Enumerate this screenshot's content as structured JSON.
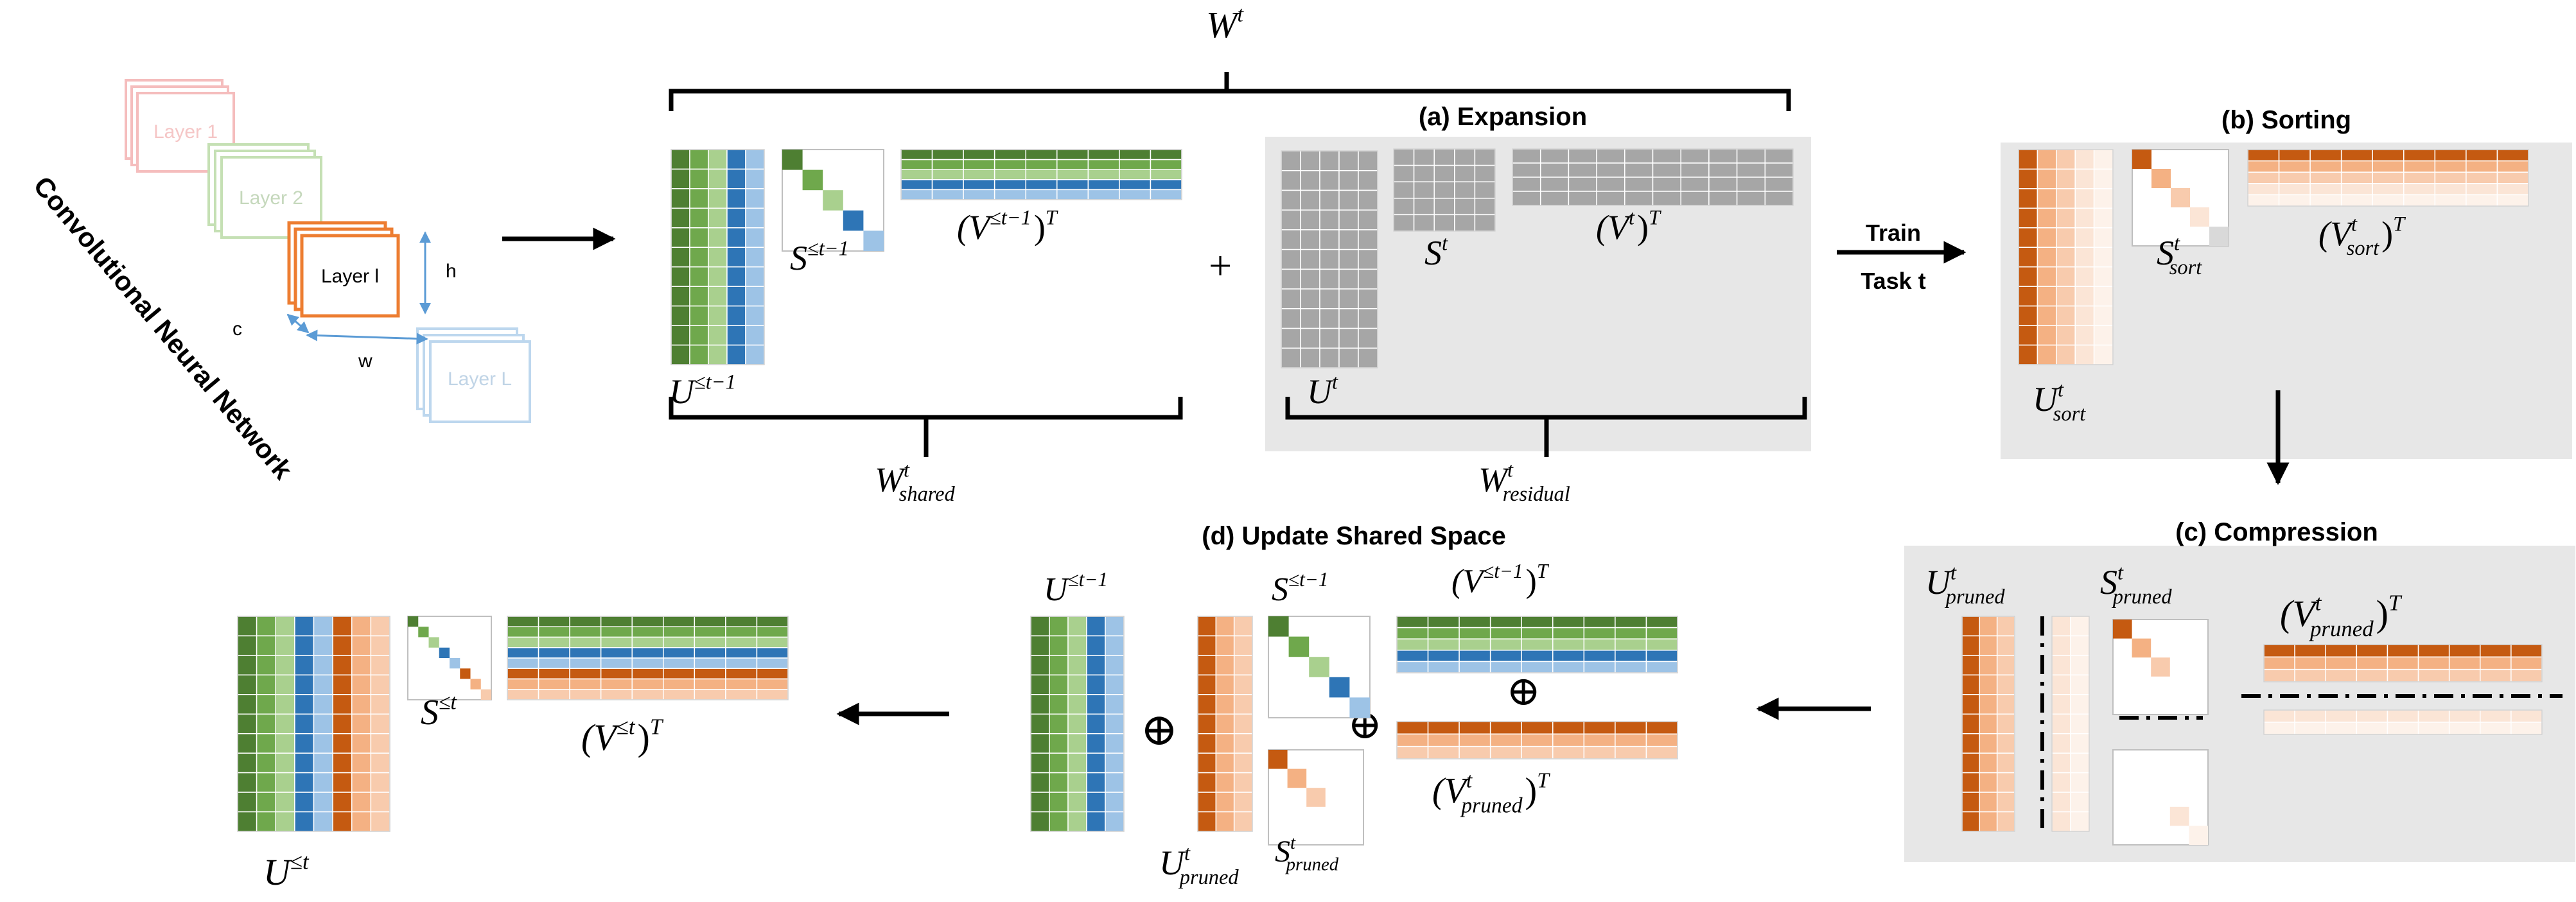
{
  "cnn": {
    "title": "Convolutional Neural Network",
    "layers": [
      "Layer 1",
      "Layer 2",
      "Layer l",
      "Layer L"
    ],
    "dims": {
      "h": "h",
      "w": "w",
      "c": "c"
    }
  },
  "top": {
    "wt": {
      "base": "W",
      "sup": "t"
    },
    "w_shared": {
      "base": "W",
      "sup": "t",
      "sub": "shared"
    },
    "w_residual": {
      "base": "W",
      "sup": "t",
      "sub": "residual"
    },
    "u_prev": {
      "base": "U",
      "sup": "≤t−1"
    },
    "s_prev": {
      "base": "S",
      "sup": "≤t−1"
    },
    "v_prev": {
      "base": "(V",
      "sup": "≤t−1",
      "post": ")",
      "post_sup": "T"
    },
    "plus": "+"
  },
  "panels": {
    "expansion": {
      "title": "(a) Expansion",
      "u": {
        "base": "U",
        "sup": "t"
      },
      "s": {
        "base": "S",
        "sup": "t"
      },
      "v": {
        "base": "(V",
        "sup": "t",
        "post": ")",
        "post_sup": "T"
      }
    },
    "sorting": {
      "title": "(b) Sorting",
      "u": {
        "base": "U",
        "sup": "t",
        "sub": "sort"
      },
      "s": {
        "base": "S",
        "sup": "t",
        "sub": "sort"
      },
      "v": {
        "base": "(V",
        "sup": "t",
        "sub": "sort",
        "post": ")",
        "post_sup": "T"
      }
    },
    "compression": {
      "title": "(c) Compression",
      "u": {
        "base": "U",
        "sup": "t",
        "sub": "pruned"
      },
      "s": {
        "base": "S",
        "sup": "t",
        "sub": "pruned"
      },
      "v": {
        "base": "(V",
        "sup": "t",
        "sub": "pruned",
        "post": ")",
        "post_sup": "T"
      }
    },
    "update": {
      "title": "(d) Update Shared Space",
      "u_prev": {
        "base": "U",
        "sup": "≤t−1"
      },
      "s_prev": {
        "base": "S",
        "sup": "≤t−1"
      },
      "v_prev": {
        "base": "(V",
        "sup": "≤t−1",
        "post": ")",
        "post_sup": "T"
      },
      "u_pruned": {
        "base": "U",
        "sup": "t",
        "sub": "pruned"
      },
      "s_pruned": {
        "base": "S",
        "sup": "t",
        "sub": "pruned"
      },
      "v_pruned": {
        "base": "(V",
        "sup": "t",
        "sub": "pruned",
        "post": ")",
        "post_sup": "T"
      },
      "oplus": "⊕"
    },
    "result": {
      "u": {
        "base": "U",
        "sup": "≤t"
      },
      "s": {
        "base": "S",
        "sup": "≤t"
      },
      "v": {
        "base": "(V",
        "sup": "≤t",
        "post": ")",
        "post_sup": "T"
      }
    }
  },
  "train": {
    "label1": "Train",
    "label2": "Task t"
  },
  "colors": {
    "green_dark": "#4e7f32",
    "green_mid": "#6fa84c",
    "green_light": "#a9d08e",
    "blue_dark": "#2e75b6",
    "blue_light": "#9dc3e6",
    "orange_dark": "#c55a11",
    "orange_mid": "#f4b183",
    "orange_light": "#f8cbad",
    "orange_pale": "#fbe5d6",
    "gray_cell": "#a6a6a6",
    "panel_bg": "#e7e7e7",
    "layer1": "#f4b6b6",
    "layer2": "#c5e0b4",
    "layerl": "#ed7d31",
    "layerL": "#bdd7ee"
  }
}
